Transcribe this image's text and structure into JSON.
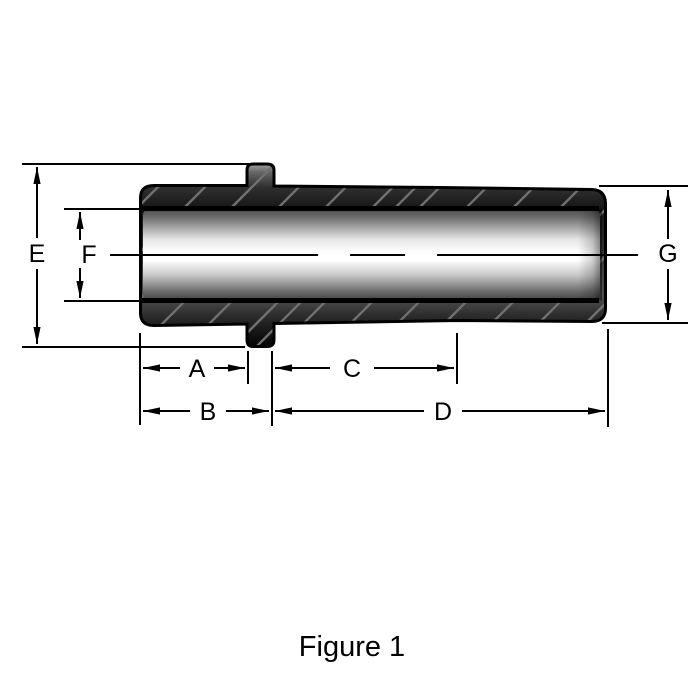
{
  "figure": {
    "caption": "Figure 1"
  },
  "dimensions": {
    "A": "A",
    "B": "B",
    "C": "C",
    "D": "D",
    "E": "E",
    "F": "F",
    "G": "G"
  },
  "colors": {
    "background": "#ffffff",
    "line": "#000000",
    "metal_band_dark": "#151515",
    "metal_band_light": "#a8a8a8",
    "bore_edge_dark": "#474747",
    "bore_center_highlight": "#ffffff",
    "hatch_line": "#707070"
  }
}
